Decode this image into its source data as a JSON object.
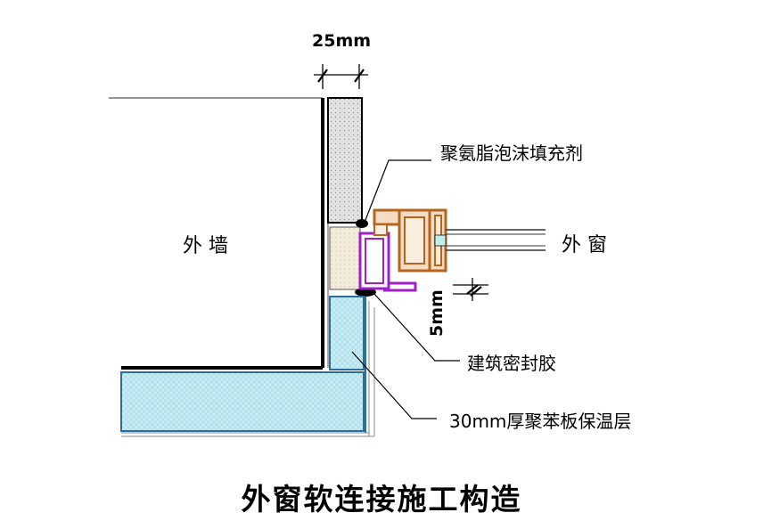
{
  "title": "外窗软连接施工构造",
  "labels": {
    "wall": "外 墙",
    "window": "外 窗",
    "foam": "聚氨脂泡沫填充剂",
    "sealant": "建筑密封胶",
    "insulation": "30mm厚聚苯板保温层"
  },
  "dimensions": {
    "gap_width": "25mm",
    "offset": "5mm"
  },
  "colors": {
    "insulation_fill": "#c8ecf4",
    "window_frame": "#b5651d",
    "sub_frame": "#a020c8",
    "foam_fill": "#f2ead8",
    "plaster_fill": "#e2e2e2",
    "glass_spacer": "#c0f0ec"
  }
}
